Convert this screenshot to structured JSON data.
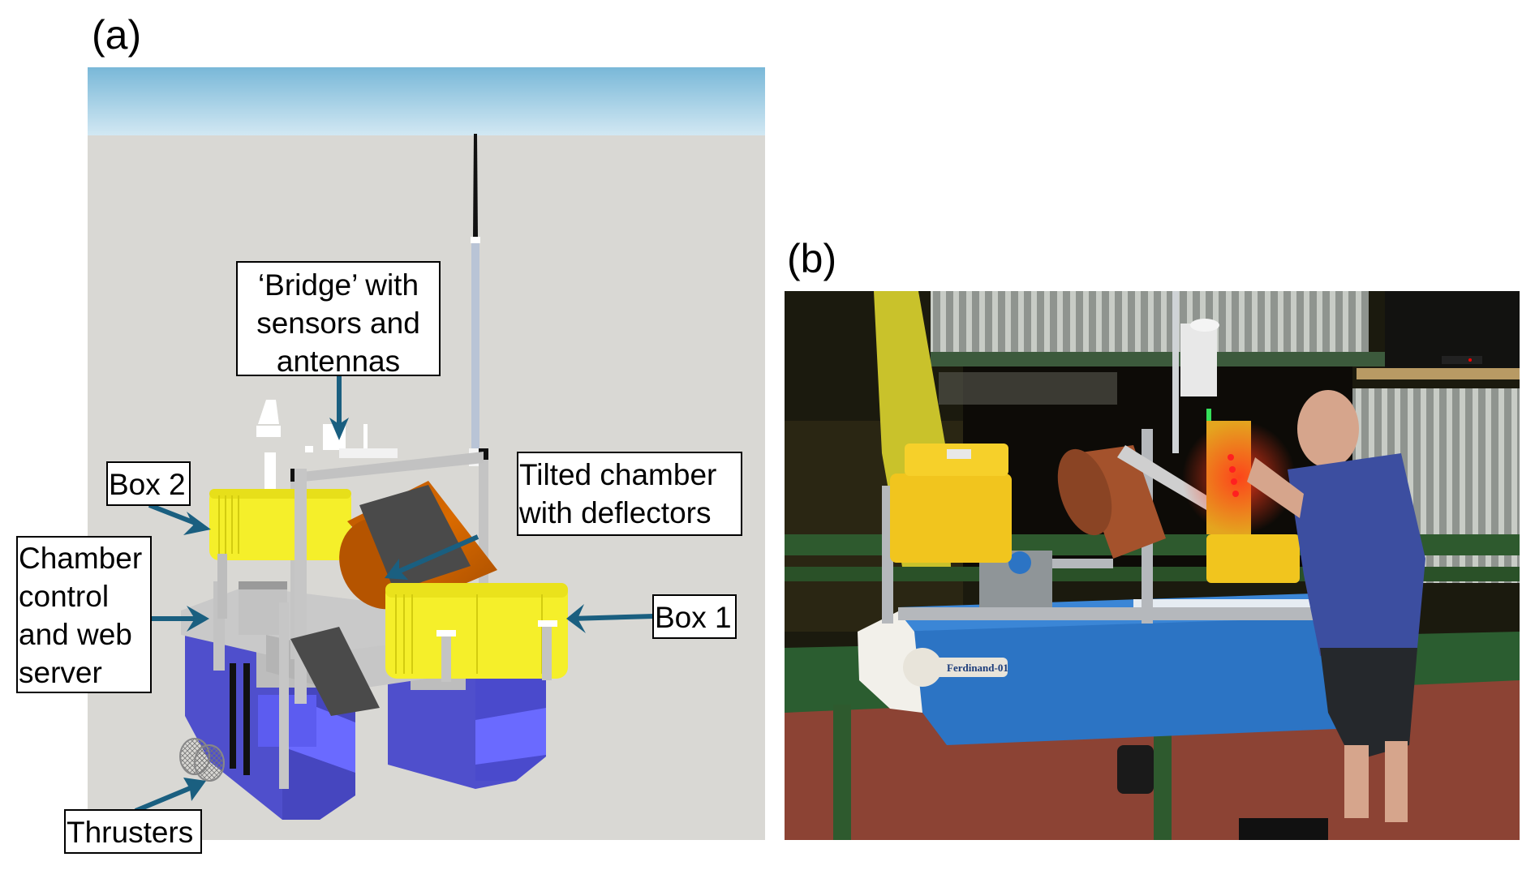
{
  "figure": {
    "panel_a": {
      "label": "(a)",
      "description": "3D render of floating chamber platform",
      "callouts": {
        "bridge": "‘Bridge’ with sensors and antennas",
        "bridge_lines": [
          "‘Bridge’ with",
          "sensors and",
          "antennas"
        ],
        "box2": "Box 2",
        "chamber_control_lines": [
          "Chamber",
          "control",
          "and web",
          "server"
        ],
        "tilted_chamber_lines": [
          "Tilted chamber",
          "with deflectors"
        ],
        "box1": "Box 1",
        "thrusters": "Thrusters"
      },
      "colors": {
        "sky_top": "#79b8d8",
        "sky_bottom": "#d2e8f3",
        "ground": "#d9d8d4",
        "hull": "#5050cc",
        "hull_light": "#6a6aff",
        "box": "#f5ef2a",
        "chamber": "#cc6200",
        "deflector": "#4a4a4a",
        "frame": "#c4c4c4",
        "arrow": "#1a5f80"
      }
    },
    "panel_b": {
      "label": "(b)",
      "description": "Photograph of the assembled platform on a workbench at night",
      "boat_name": "Ferdinand-01"
    }
  }
}
